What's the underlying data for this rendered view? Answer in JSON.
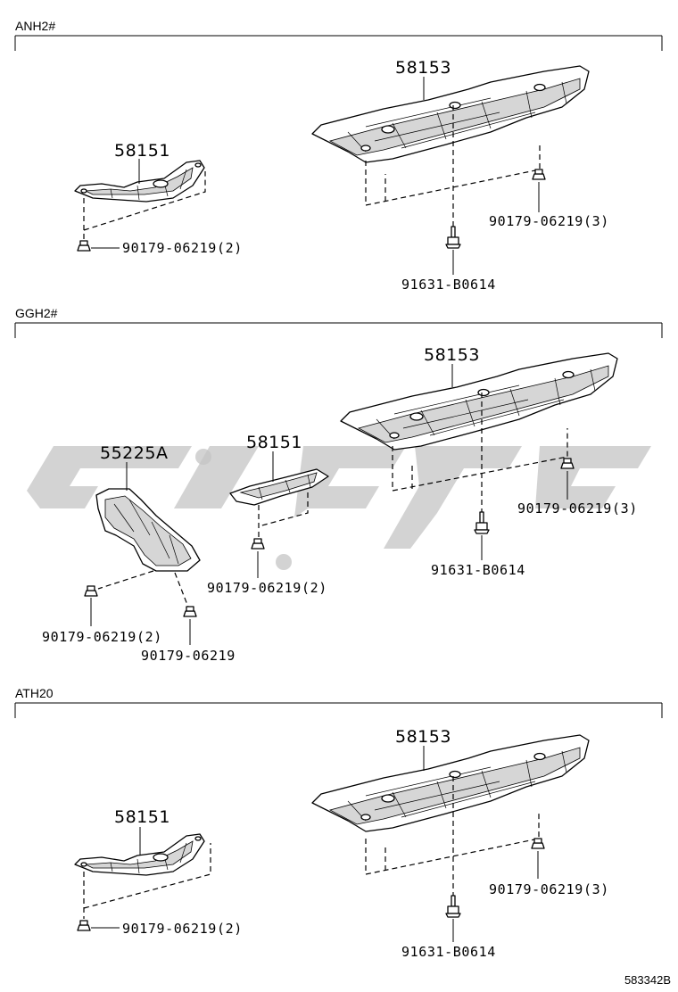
{
  "sections": [
    {
      "label": "ANH2#",
      "callouts": {
        "p58151": "58151",
        "p58153": "58153",
        "bolt_left": "90179-06219(2)",
        "bolt_right": "90179-06219(3)",
        "stud": "91631-B0614"
      }
    },
    {
      "label": "GGH2#",
      "callouts": {
        "p55225a": "55225A",
        "p58151": "58151",
        "p58153": "58153",
        "bolt_55225a_a": "90179-06219(2)",
        "bolt_55225a_b": "90179-06219",
        "bolt_mid": "90179-06219(2)",
        "bolt_right": "90179-06219(3)",
        "stud": "91631-B0614"
      }
    },
    {
      "label": "ATH20",
      "callouts": {
        "p58151": "58151",
        "p58153": "58153",
        "bolt_left": "90179-06219(2)",
        "bolt_right": "90179-06219(3)",
        "stud": "91631-B0614"
      }
    }
  ],
  "diagram_code": "583342B"
}
